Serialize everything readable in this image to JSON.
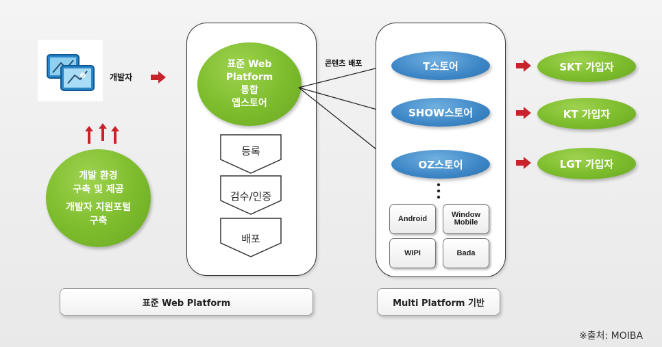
{
  "developer": {
    "label": "개발자"
  },
  "dev_support": {
    "line1": "개발 환경",
    "line2": "구축 및 제공",
    "line3": "개발자 지원포털",
    "line4": "구축"
  },
  "web_platform": {
    "appstore_line1": "표준 Web",
    "appstore_line2": "Platform",
    "appstore_line3": "통합",
    "appstore_line4": "앱스토어",
    "steps": [
      "등록",
      "검수/인증",
      "배포"
    ],
    "bar_label": "표준 Web Platform"
  },
  "distribution_label": "콘텐츠 배포",
  "stores": [
    "T스토어",
    "SHOW스토어",
    "OZ스토어"
  ],
  "platforms": [
    "Android",
    "Window\nMobile",
    "WIPI",
    "Bada"
  ],
  "multi_platform_label": "Multi Platform 기반",
  "subscribers": [
    "SKT 가입자",
    "KT 가입자",
    "LGT 가입자"
  ],
  "source": "※출처: MOIBA",
  "colors": {
    "green": "#7cbc2c",
    "blue": "#3d86c6",
    "red_arrow": "#c8232b"
  }
}
